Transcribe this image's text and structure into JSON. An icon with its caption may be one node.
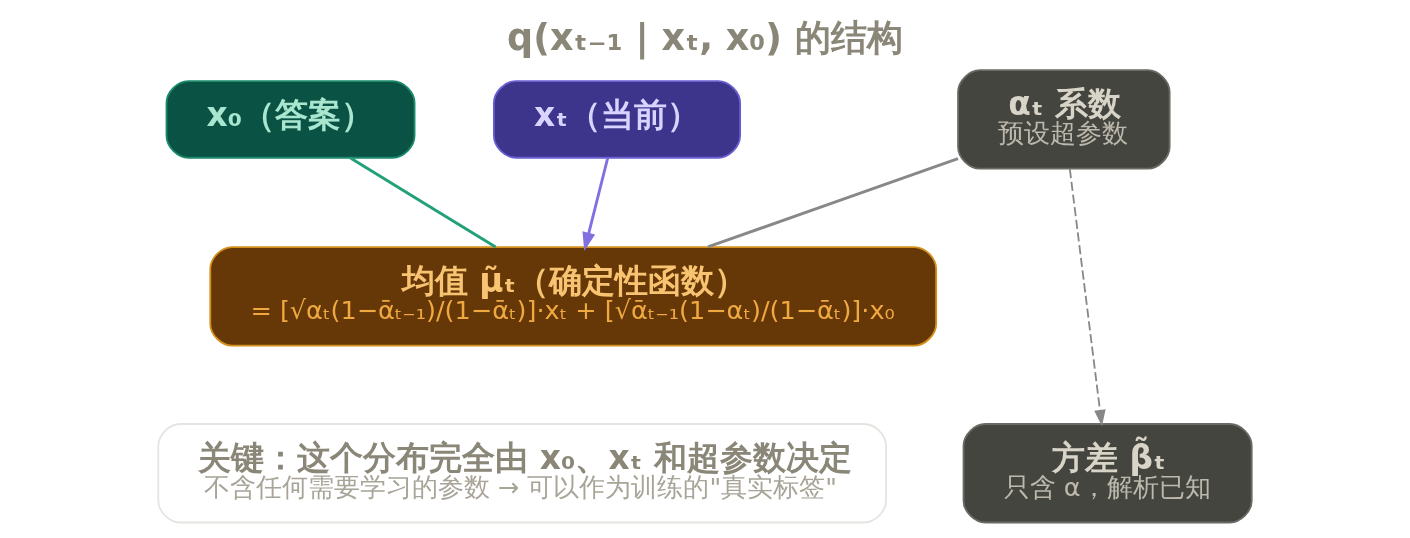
{
  "diagram": {
    "title": "q(xₜ₋₁ | xₜ, x₀) 的结构",
    "nodes": [
      {
        "text": [
          "x₀（答案）"
        ]
      },
      {
        "text": [
          "xₜ（当前）"
        ]
      },
      {
        "text": [
          "αₜ 系数",
          "预设超参数"
        ]
      },
      {
        "text": [
          "均值 μ̃ₜ（确定性函数）",
          "= [√αₜ(1−ᾱₜ₋₁)/(1−ᾱₜ)]·xₜ + [√ᾱₜ₋₁(1−αₜ)/(1−ᾱₜ)]·x₀"
        ]
      },
      {
        "text": [
          "方差 β̃ₜ",
          "只含 α，解析已知"
        ]
      },
      {
        "text": [
          "关键：这个分布完全由 x₀、xₜ 和超参数决定",
          "不含任何需要学习的参数 → 可以作为训练的\"真实标签\""
        ]
      }
    ],
    "edges": [
      {
        "from": 0,
        "to": 3,
        "arrow": "none",
        "color": "#22a07a"
      },
      {
        "from": 1,
        "to": 3,
        "arrow": "to",
        "color": "#8070e0"
      },
      {
        "from": 2,
        "to": 3,
        "arrow": "none",
        "color": "#888888"
      },
      {
        "from": 2,
        "to": 4,
        "arrow": "to",
        "style": "dashed",
        "color": "#888888"
      }
    ]
  }
}
